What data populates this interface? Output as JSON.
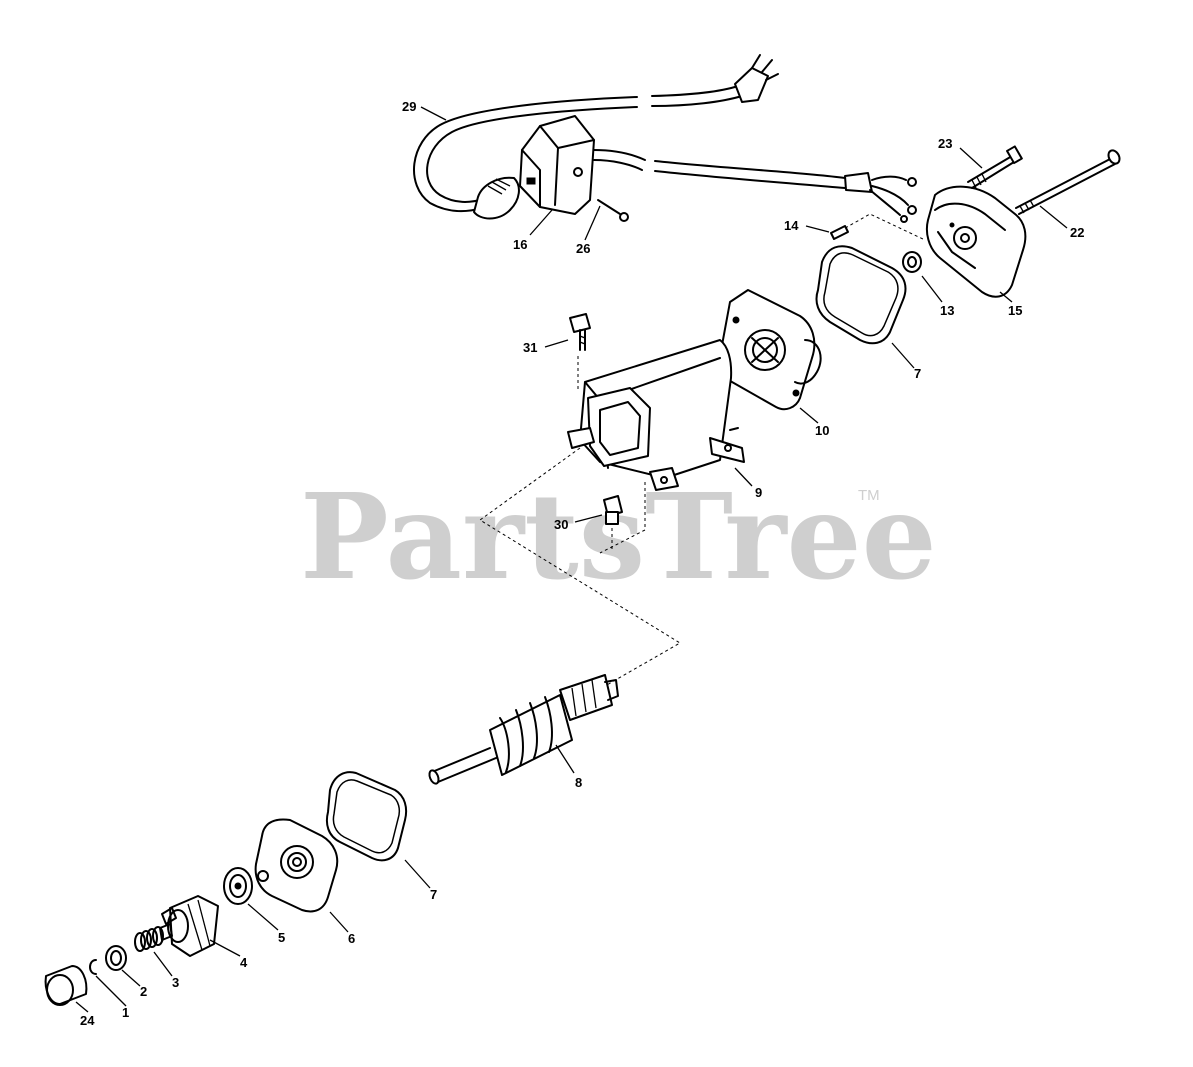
{
  "watermark": {
    "text": "PartsTree",
    "tm": "TM"
  },
  "callouts": {
    "c29": "29",
    "c23": "23",
    "c14": "14",
    "c22": "22",
    "c16": "16",
    "c26": "26",
    "c13": "13",
    "c15": "15",
    "c31": "31",
    "c7a": "7",
    "c10": "10",
    "c9": "9",
    "c30": "30",
    "c8": "8",
    "c7b": "7",
    "c6": "6",
    "c5": "5",
    "c4": "4",
    "c3": "3",
    "c2": "2",
    "c1": "1",
    "c24": "24"
  }
}
